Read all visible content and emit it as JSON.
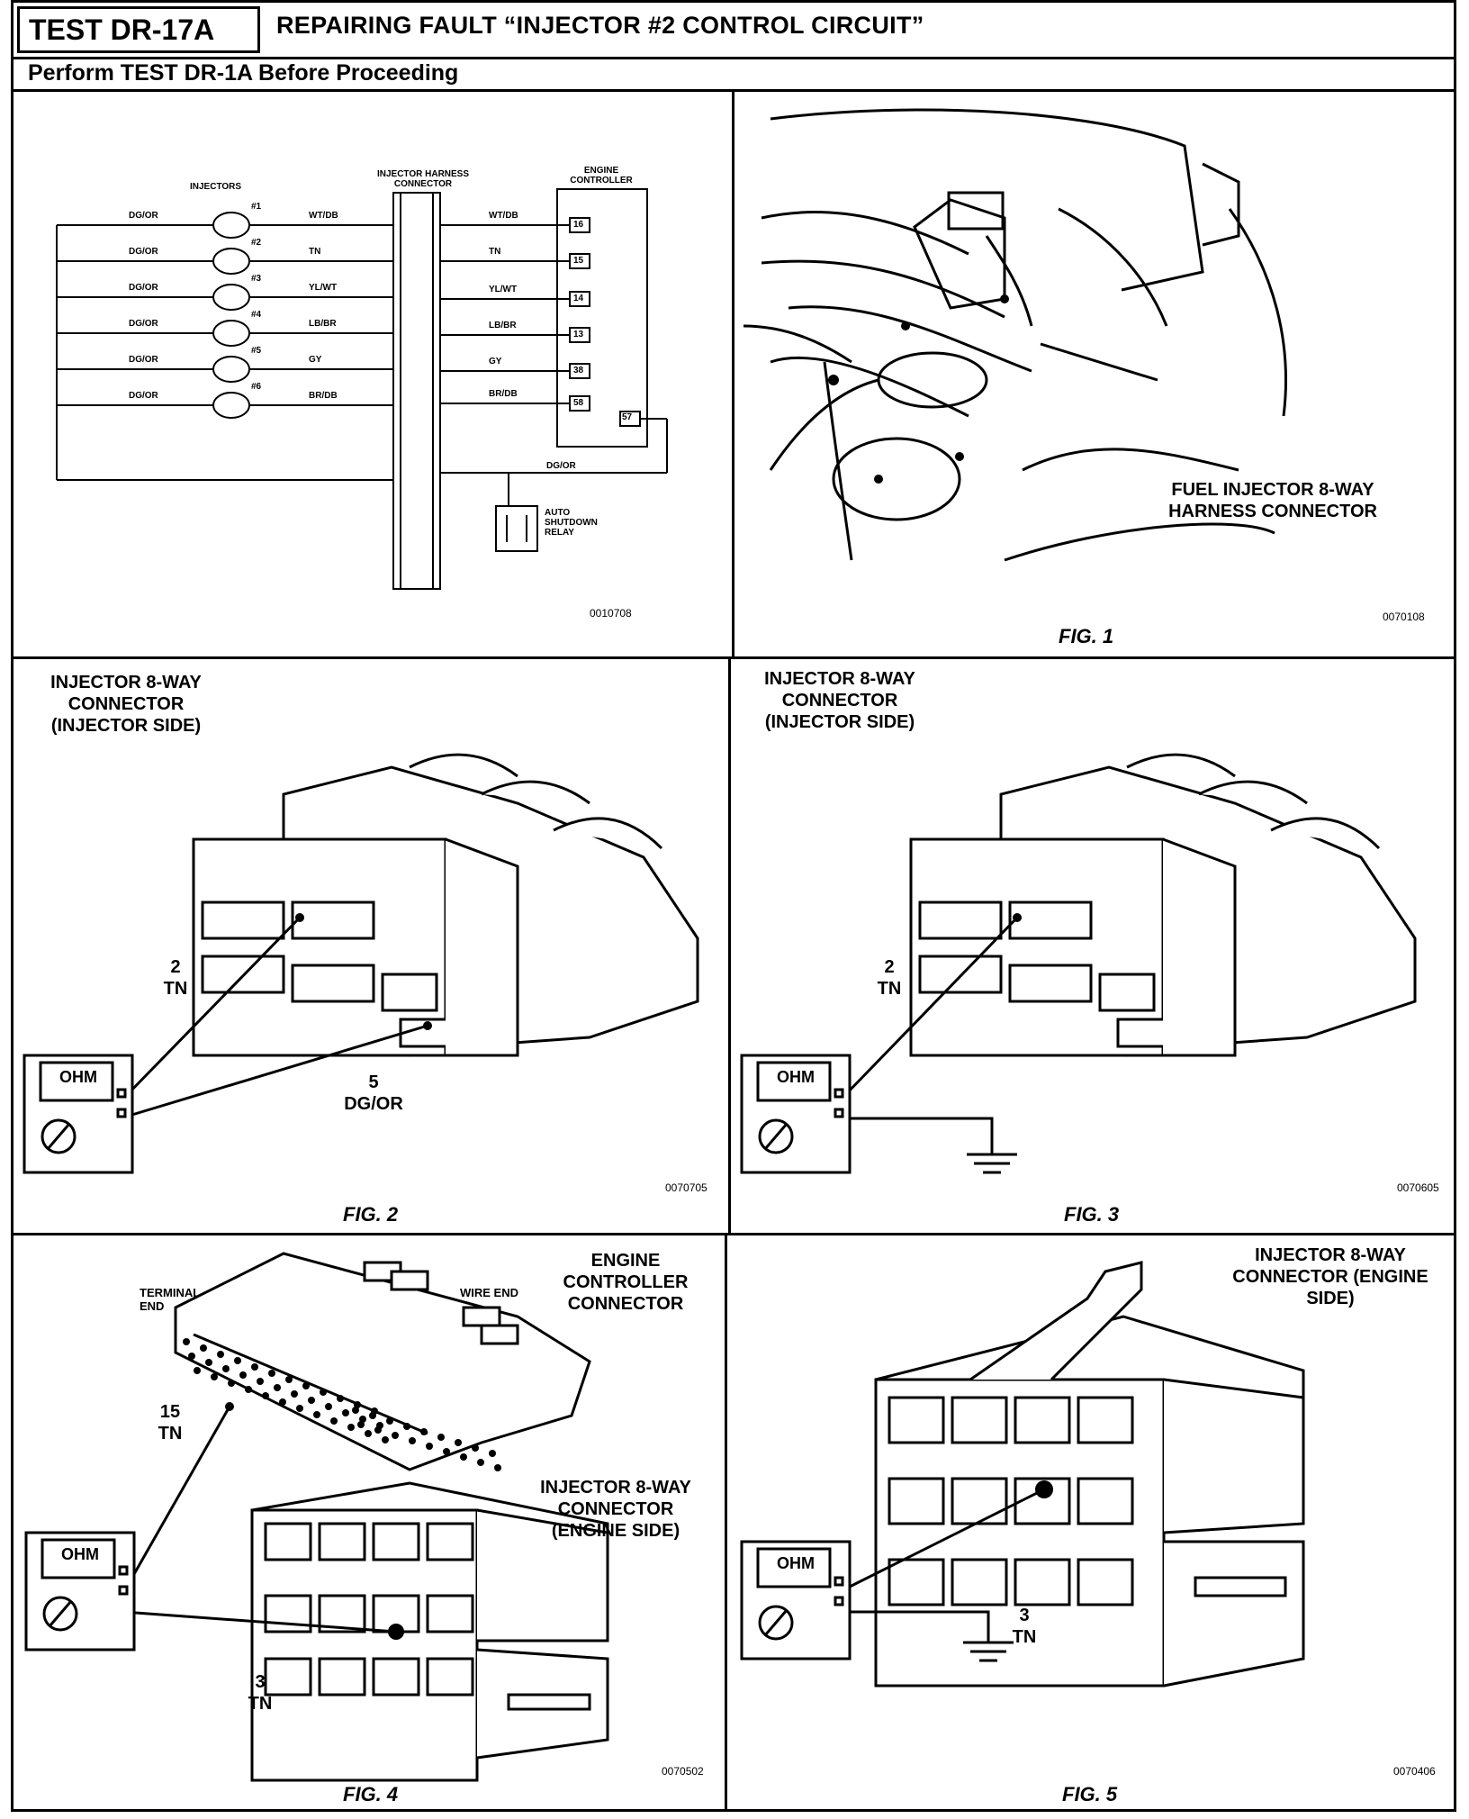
{
  "header": {
    "test_id": "TEST DR-17A",
    "title": "REPAIRING FAULT “INJECTOR #2 CONTROL CIRCUIT”",
    "subtitle": "Perform TEST DR-1A Before Proceeding"
  },
  "schematic": {
    "code": "0010708",
    "injectors_label": "INJECTORS",
    "harness_label": "INJECTOR HARNESS CONNECTOR",
    "controller_label": "ENGINE CONTROLLER",
    "relay_label": "AUTO SHUTDOWN RELAY",
    "relay_wire": "DG/OR",
    "rows": [
      {
        "num": "#1",
        "left": "DG/OR",
        "mid": "WT/DB",
        "right": "WT/DB",
        "pin": "16"
      },
      {
        "num": "#2",
        "left": "DG/OR",
        "mid": "TN",
        "right": "TN",
        "pin": "15"
      },
      {
        "num": "#3",
        "left": "DG/OR",
        "mid": "YL/WT",
        "right": "YL/WT",
        "pin": "14"
      },
      {
        "num": "#4",
        "left": "DG/OR",
        "mid": "LB/BR",
        "right": "LB/BR",
        "pin": "13"
      },
      {
        "num": "#5",
        "left": "DG/OR",
        "mid": "GY",
        "right": "GY",
        "pin": "38"
      },
      {
        "num": "#6",
        "left": "DG/OR",
        "mid": "BR/DB",
        "right": "BR/DB",
        "pin": "58"
      }
    ],
    "extra_pin": "57"
  },
  "fig1": {
    "label": "FIG. 1",
    "callout": "FUEL INJECTOR 8-WAY HARNESS CONNECTOR",
    "code": "0070108"
  },
  "fig2": {
    "label": "FIG. 2",
    "title": "INJECTOR 8-WAY CONNECTOR (INJECTOR SIDE)",
    "pin_a": "2",
    "pin_a_color": "TN",
    "pin_b": "5",
    "pin_b_color": "DG/OR",
    "meter": "OHM",
    "code": "0070705"
  },
  "fig3": {
    "label": "FIG. 3",
    "title": "INJECTOR 8-WAY CONNECTOR (INJECTOR SIDE)",
    "pin_a": "2",
    "pin_a_color": "TN",
    "meter": "OHM",
    "code": "0070605"
  },
  "fig4": {
    "label": "FIG. 4",
    "ecm_title": "ENGINE CONTROLLER CONNECTOR",
    "terminal_end": "TERMINAL END",
    "wire_end": "WIRE END",
    "ecm_pin": "15",
    "ecm_pin_color": "TN",
    "conn_title": "INJECTOR 8-WAY CONNECTOR (ENGINE SIDE)",
    "conn_pin": "3",
    "conn_pin_color": "TN",
    "meter": "OHM",
    "code": "0070502"
  },
  "fig5": {
    "label": "FIG. 5",
    "title": "INJECTOR 8-WAY CONNECTOR (ENGINE SIDE)",
    "pin": "3",
    "pin_color": "TN",
    "meter": "OHM",
    "code": "0070406"
  }
}
